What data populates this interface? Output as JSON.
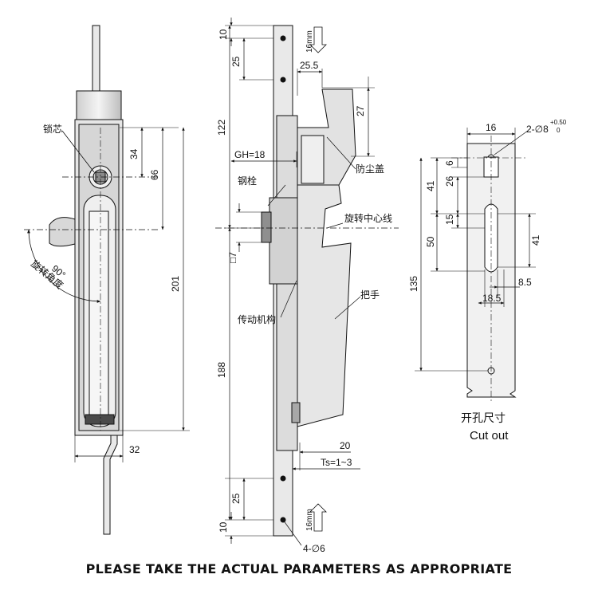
{
  "dims": {
    "left_34": "34",
    "left_66": "66",
    "left_201": "201",
    "left_32": "32",
    "mid_10_top": "10",
    "mid_25_top": "25",
    "mid_16mm_top": "16mm",
    "mid_25_5": "25.5",
    "mid_27": "27",
    "mid_122": "122",
    "mid_gh": "GH=18",
    "mid_7": "□7",
    "mid_188": "188",
    "mid_20": "20",
    "mid_ts": "Ts=1~3",
    "mid_25_bottom": "25",
    "mid_10_bottom": "10",
    "mid_16mm_bottom": "16mm",
    "mid_holes": "4-∅6",
    "cut_16": "16",
    "cut_2phi8": "2-∅8",
    "cut_tol_plus": "+0.50",
    "cut_tol_zero": "0",
    "cut_41_top": "41",
    "cut_26": "26",
    "cut_6": "6",
    "cut_15": "15",
    "cut_50": "50",
    "cut_41_right": "41",
    "cut_8_5": "8.5",
    "cut_18_5": "18.5",
    "cut_135": "135"
  },
  "labels": {
    "lock_core": "锁芯",
    "angle_90": "90°",
    "rotation_angle": "旋转角度",
    "steel_bolt": "钢栓",
    "dust_cover": "防尘盖",
    "rotation_center": "旋转中心线",
    "handle": "把手",
    "transmission": "传动机构"
  },
  "cutout_title_cn": "开孔尺寸",
  "cutout_title_en": "Cut out",
  "footer_caption": "PLEASE TAKE THE ACTUAL PARAMETERS AS APPROPRIATE",
  "colors": {
    "line": "#111111",
    "body_fill": "#d8d8d8",
    "dark_fill": "#9a9a9a",
    "plate_fill": "#eeeeee"
  }
}
